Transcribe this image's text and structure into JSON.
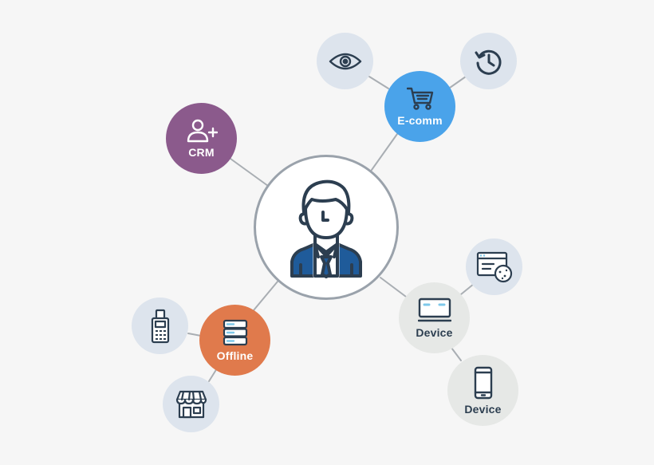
{
  "diagram": {
    "center": {
      "icon": "businessman-icon"
    },
    "nodes": {
      "ecomm": {
        "label": "E-comm",
        "icon": "shopping-cart-icon",
        "color": "#4aa3ea",
        "text_color": "#ffffff"
      },
      "crm": {
        "label": "CRM",
        "icon": "add-user-icon",
        "color": "#8b5a8c",
        "text_color": "#ffffff"
      },
      "offline": {
        "label": "Offline",
        "icon": "server-icon",
        "color": "#e07a4c",
        "text_color": "#ffffff"
      },
      "device_desktop": {
        "label": "Device",
        "icon": "desktop-icon",
        "color": "#e6e8e6",
        "text_color": "#2c3e50"
      },
      "device_phone": {
        "label": "Device",
        "icon": "smartphone-icon",
        "color": "#e6e8e6",
        "text_color": "#2c3e50"
      }
    },
    "satellites": {
      "eye": {
        "icon": "eye-icon",
        "color": "#dde4ed"
      },
      "history": {
        "icon": "history-icon",
        "color": "#dde4ed"
      },
      "cookie": {
        "icon": "browser-cookie-icon",
        "color": "#dde4ed"
      },
      "pos": {
        "icon": "card-terminal-icon",
        "color": "#dde4ed"
      },
      "store": {
        "icon": "storefront-icon",
        "color": "#dde4ed"
      }
    },
    "link_color": "#a9aeb3",
    "icon_stroke_color": "#2c3e50",
    "suit_color": "#1f5b9a"
  }
}
